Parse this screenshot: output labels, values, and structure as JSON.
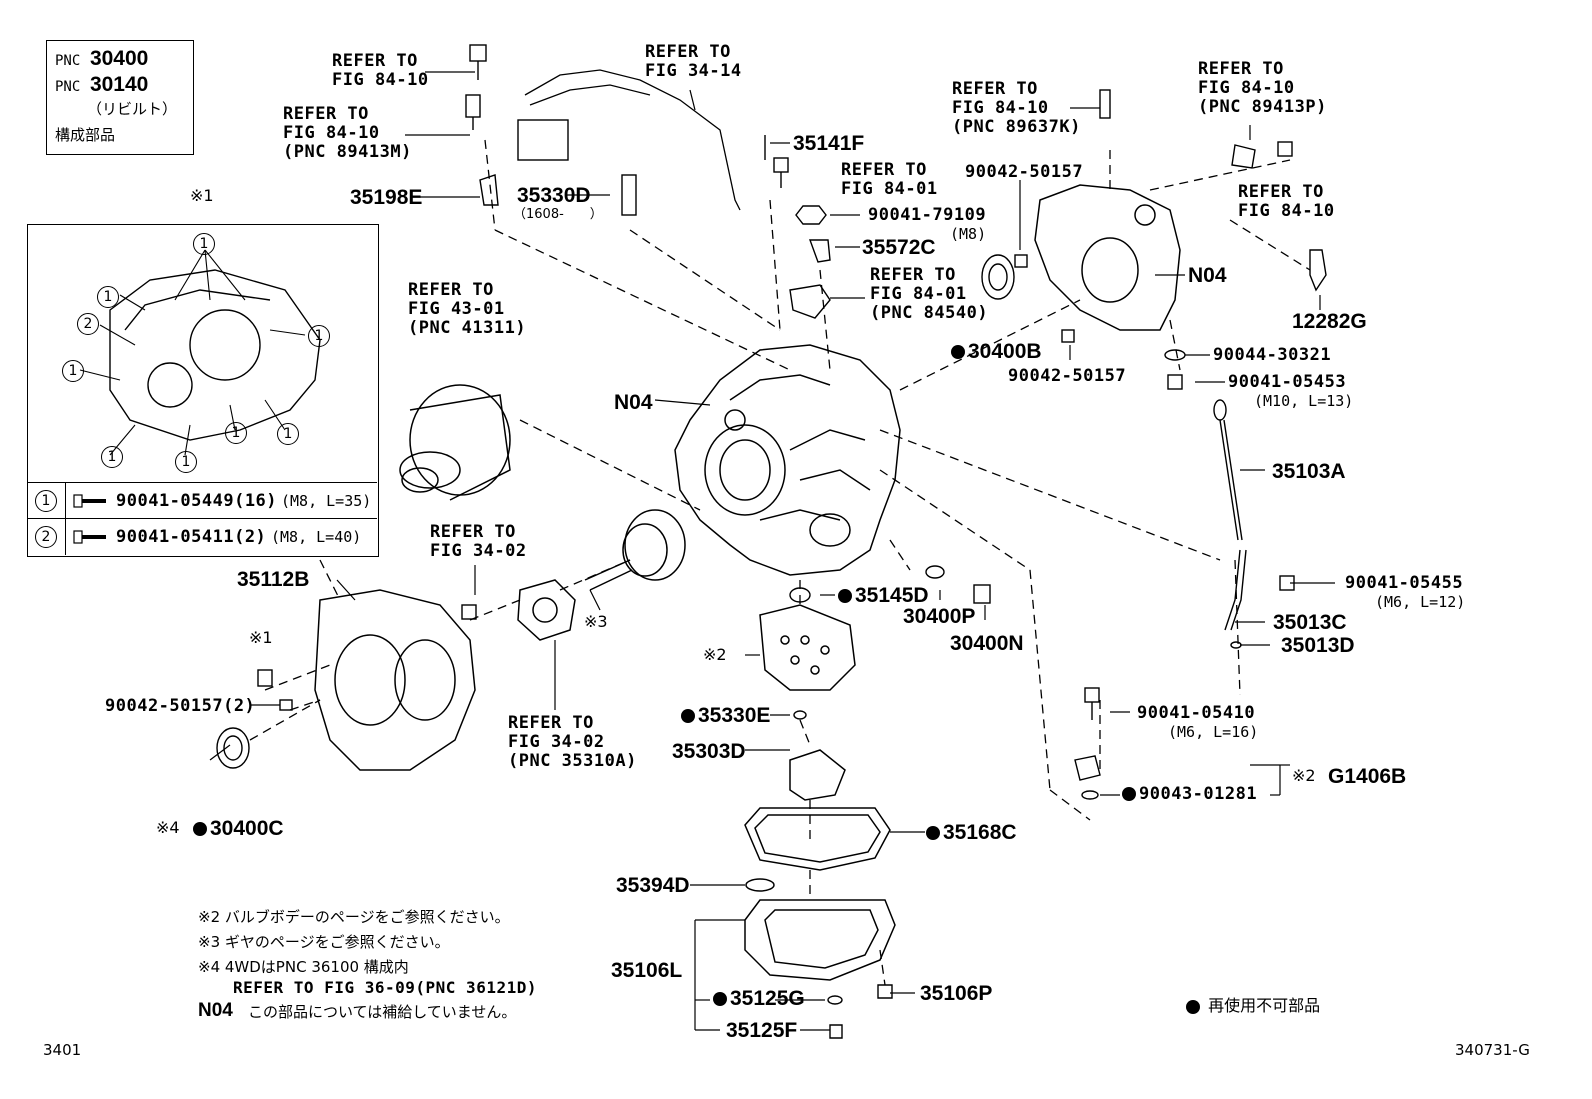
{
  "pnc_box": {
    "line1_prefix": "PNC",
    "line1_value": "30400",
    "line2_prefix": "PNC",
    "line2_value": "30140",
    "line3": "（リビルト）",
    "line4": "構成部品"
  },
  "inset": {
    "title": "※1",
    "callouts": [
      "1",
      "1",
      "1",
      "2",
      "1",
      "1",
      "1",
      "1",
      "1",
      "1"
    ],
    "rows": [
      {
        "num": "1",
        "part": "90041-05449(16)",
        "spec": "(M8, L=35)"
      },
      {
        "num": "2",
        "part": "90041-05411(2)",
        "spec": "(M8, L=40)"
      }
    ]
  },
  "refs": {
    "r1": [
      "REFER TO",
      "FIG 84-10"
    ],
    "r2": [
      "REFER TO",
      "FIG 84-10",
      "(PNC 89413M)"
    ],
    "r3": [
      "REFER TO",
      "FIG 34-14"
    ],
    "r4": [
      "REFER TO",
      "FIG 84-01"
    ],
    "r5": [
      "REFER TO",
      "FIG 84-01",
      "(PNC 84540)"
    ],
    "r6": [
      "REFER TO",
      "FIG 84-10",
      "(PNC 89637K)"
    ],
    "r7": [
      "REFER TO",
      "FIG 84-10",
      "(PNC 89413P)"
    ],
    "r8": [
      "REFER TO",
      "FIG 84-10"
    ],
    "r9": [
      "REFER TO",
      "FIG 43-01",
      "(PNC 41311)"
    ],
    "r10": [
      "REFER TO",
      "FIG 34-02"
    ],
    "r11": [
      "REFER TO",
      "FIG 34-02",
      "(PNC 35310A)"
    ]
  },
  "parts": {
    "p35198E": "35198E",
    "p35330D": "35330D",
    "p35330D_note": "（1608-　　）",
    "p35141F": "35141F",
    "p90041_79109": "90041-79109",
    "p90041_79109_spec": "(M8)",
    "p35572C": "35572C",
    "p90042_50157a": "90042-50157",
    "p30400B": "30400B",
    "p90042_50157b": "90042-50157",
    "pN04a": "N04",
    "p12282G": "12282G",
    "p90044_30321": "90044-30321",
    "p90041_05453": "90041-05453",
    "p90041_05453_spec": "(M10, L=13)",
    "pN04b": "N04",
    "p35103A": "35103A",
    "p90041_05455": "90041-05455",
    "p90041_05455_spec": "(M6, L=12)",
    "p35013C": "35013C",
    "p35013D": "35013D",
    "p35112B": "35112B",
    "pmark1": "※1",
    "p90042_50157c": "90042-50157(2)",
    "pmark3": "※3",
    "p35145D": "35145D",
    "p30400P": "30400P",
    "p30400N": "30400N",
    "pmark2": "※2",
    "p90041_05410": "90041-05410",
    "p90041_05410_spec": "(M6, L=16)",
    "p35330E": "35330E",
    "p35303D": "35303D",
    "pG1406B_mark": "※2",
    "pG1406B": "G1406B",
    "p90043_01281": "90043-01281",
    "p30400C_mark": "※4",
    "p30400C": "30400C",
    "p35168C": "35168C",
    "p35394D": "35394D",
    "p35106L": "35106L",
    "p35125G": "35125G",
    "p35106P": "35106P",
    "p35125F": "35125F"
  },
  "notes": {
    "n2": "※2 バルブボデーのページをご参照ください。",
    "n3": "※3 ギヤのページをご参照ください。",
    "n4a": "※4 4WDはPNC 36100 構成内",
    "n4b": "REFER TO FIG 36-09(PNC 36121D)",
    "n04_code": "N04",
    "n04_text": "この部品については補給していません。"
  },
  "legend": {
    "text": "再使用不可部品"
  },
  "footer": {
    "left": "3401",
    "right": "340731-G"
  }
}
